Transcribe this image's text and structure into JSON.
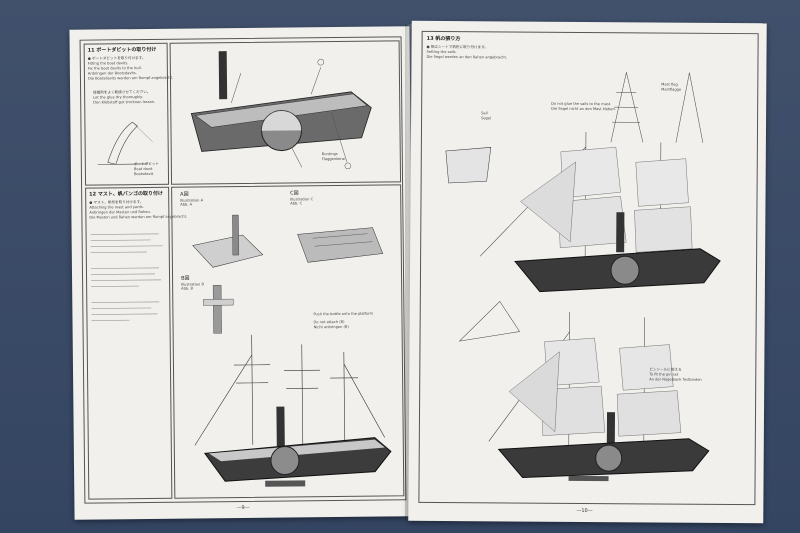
{
  "left_page": {
    "step11": {
      "title": "11 ボートダビットの取り付け",
      "lines": [
        "● ボートダビットを取り付けます。",
        "Fitting the boat davits.",
        "Fix the boat davits to the hull.",
        "Anbringen der Bootsdavits.",
        "Die Bootsdavits werden am Rumpf angebracht."
      ],
      "note_lines": [
        "接着剤をよく乾燥させてください。",
        "Let the glue dry thoroughly.",
        "Den Klebstoff gut trocknen lassen."
      ],
      "labels": [
        "ボートダビット",
        "Boat davit",
        "Bootsdavit"
      ],
      "drawing_labels": [
        "Buntings",
        "Flaggenleine"
      ]
    },
    "step12": {
      "title": "12 マスト、帆バンゴの取り付け",
      "lines": [
        "● マスト、帆桁を取り付けます。",
        "Attaching the mast and yards.",
        "Anbringen der Masten und Rahen.",
        "Die Masten und Rahen werden am Rumpf angebracht."
      ],
      "figA": "A図",
      "figA_sub": [
        "Illustration A",
        "Abb. A"
      ],
      "figB": "B図",
      "figB_sub": [
        "Illustration B",
        "Abb. B"
      ],
      "figC": "C図",
      "figC_sub": [
        "Illustration C",
        "Abb. C"
      ],
      "captions": [
        "Push the bottle onto the platform",
        "Do not attach (B)",
        "Nicht anbringen (B)"
      ]
    },
    "page_number": "—9—"
  },
  "right_page": {
    "step13": {
      "title": "13 帆の張り方",
      "lines": [
        "● 帆はシートで帆桁に取り付けます。",
        "Setting the sails.",
        "Die Segel werden an den Rahen angebracht."
      ],
      "sail_labels": [
        "Sail",
        "Segel"
      ],
      "notes": [
        "Do not glue the sails to the mast.",
        "Die Segel nicht an den Mast kleben."
      ],
      "flag_label": [
        "Mast flag",
        "Mastflagge"
      ]
    },
    "lower": {
      "callouts": [
        "ピンシールに揃える",
        "To fit the pin rail",
        "An der Nagelbank festbinden"
      ]
    },
    "page_number": "—10—"
  }
}
